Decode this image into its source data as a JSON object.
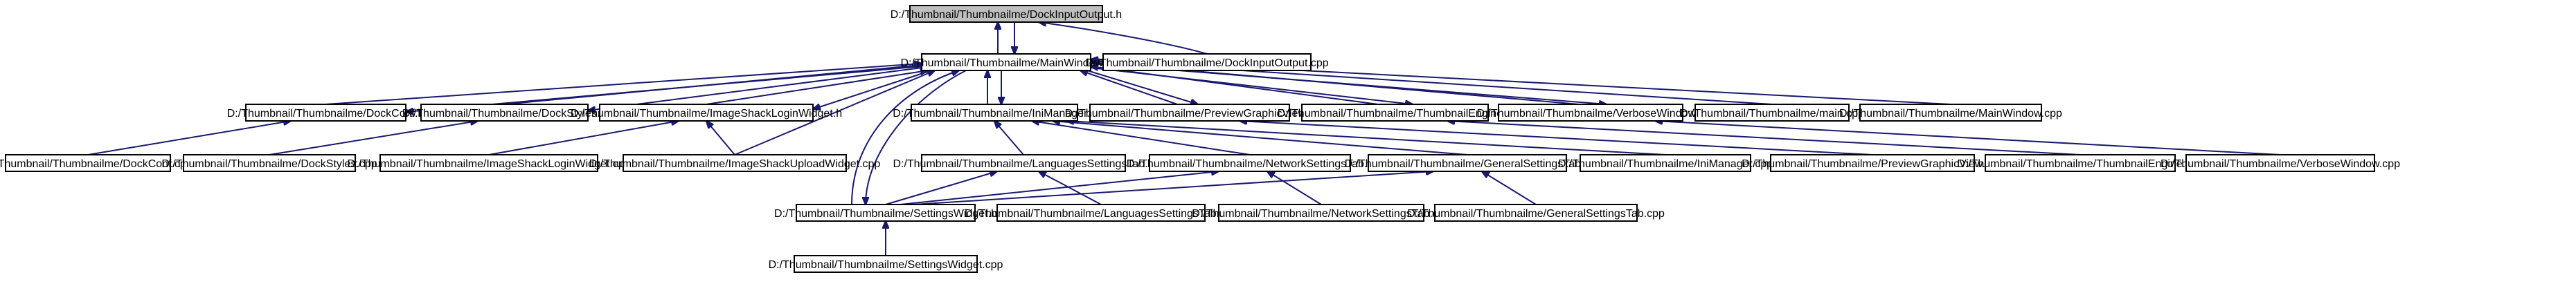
{
  "nodes": {
    "dockinputoutput_h": "D:/Thumbnail/Thumbnailme/DockInputOutput.h",
    "mainwindow_h": "D:/Thumbnail/Thumbnailme/MainWindow.h",
    "dockinputoutput_cpp": "D:/Thumbnail/Thumbnailme/DockInputOutput.cpp",
    "dockconf_h": "D:/Thumbnail/Thumbnailme/DockConf.h",
    "dockstyles_h": "D:/Thumbnail/Thumbnailme/DockStyles.h",
    "imageshackloginwidget_h": "D:/Thumbnail/Thumbnailme/ImageShackLoginWidget.h",
    "inimanager_h": "D:/Thumbnail/Thumbnailme/IniManager.h",
    "previewgraphicview_h": "D:/Thumbnail/Thumbnailme/PreviewGraphicView.h",
    "thumbnailengine_h": "D:/Thumbnail/Thumbnailme/ThumbnailEngine.h",
    "verbosewindow_h": "D:/Thumbnail/Thumbnailme/VerboseWindow.h",
    "main_cpp": "D:/Thumbnail/Thumbnailme/main.cpp",
    "mainwindow_cpp": "D:/Thumbnail/Thumbnailme/MainWindow.cpp",
    "dockconf_cpp": "D:/Thumbnail/Thumbnailme/DockConf.cpp",
    "dockstyles_cpp": "D:/Thumbnail/Thumbnailme/DockStyles.cpp",
    "imageshackloginwidget_cpp": "D:/Thumbnail/Thumbnailme/ImageShackLoginWidget.cpp",
    "imageshackuploadwidget_cpp": "D:/Thumbnail/Thumbnailme/ImageShackUploadWidget.cpp",
    "languagessettingstab_h": "D:/Thumbnail/Thumbnailme/LanguagesSettingsTab.h",
    "networksettingstab_h": "D:/Thumbnail/Thumbnailme/NetworkSettingsTab.h",
    "generalsettingstab_h": "D:/Thumbnail/Thumbnailme/GeneralSettingsTab.h",
    "inimanager_cpp": "D:/Thumbnail/Thumbnailme/IniManager.cpp",
    "previewgraphicview_cpp": "D:/Thumbnail/Thumbnailme/PreviewGraphicView.cpp",
    "thumbnailengine_cpp": "D:/Thumbnail/Thumbnailme/ThumbnailEngine.cpp",
    "verbosewindow_cpp": "D:/Thumbnail/Thumbnailme/VerboseWindow.cpp",
    "settingswidget_h": "D:/Thumbnail/Thumbnailme/SettingsWidget.h",
    "languagessettingstab_cpp": "D:/Thumbnail/Thumbnailme/LanguagesSettingsTab.cpp",
    "networksettingstab_cpp": "D:/Thumbnail/Thumbnailme/NetworkSettingsTab.cpp",
    "generalsettingstab_cpp": "D:/Thumbnail/Thumbnailme/GeneralSettingsTab.cpp",
    "settingswidget_cpp": "D:/Thumbnail/Thumbnailme/SettingsWidget.cpp"
  },
  "colors": {
    "edge": "#191970",
    "root_fill": "#bfbfbf",
    "node_fill": "#ffffff",
    "node_border": "#000000"
  }
}
